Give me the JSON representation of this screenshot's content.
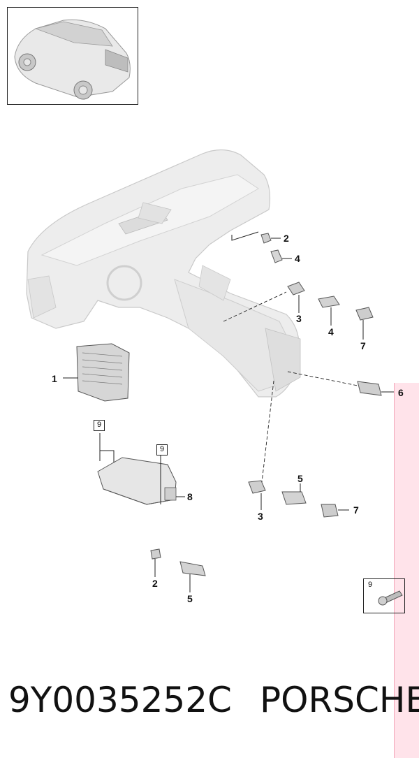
{
  "callouts": {
    "c1": "1",
    "c2a": "2",
    "c2b": "2",
    "c3a": "3",
    "c3b": "3",
    "c4a": "4",
    "c4b": "4",
    "c5a": "5",
    "c5b": "5",
    "c6": "6",
    "c7a": "7",
    "c7b": "7",
    "c8": "8"
  },
  "boxed": {
    "b1": "9",
    "b2": "9",
    "b3": "9"
  },
  "footer": {
    "part_number": "9Y0035252C",
    "brand": "PORSCHE"
  },
  "colors": {
    "strip": "#ffe3ea",
    "line": "#222222",
    "part_fill": "#d9d9d9"
  }
}
